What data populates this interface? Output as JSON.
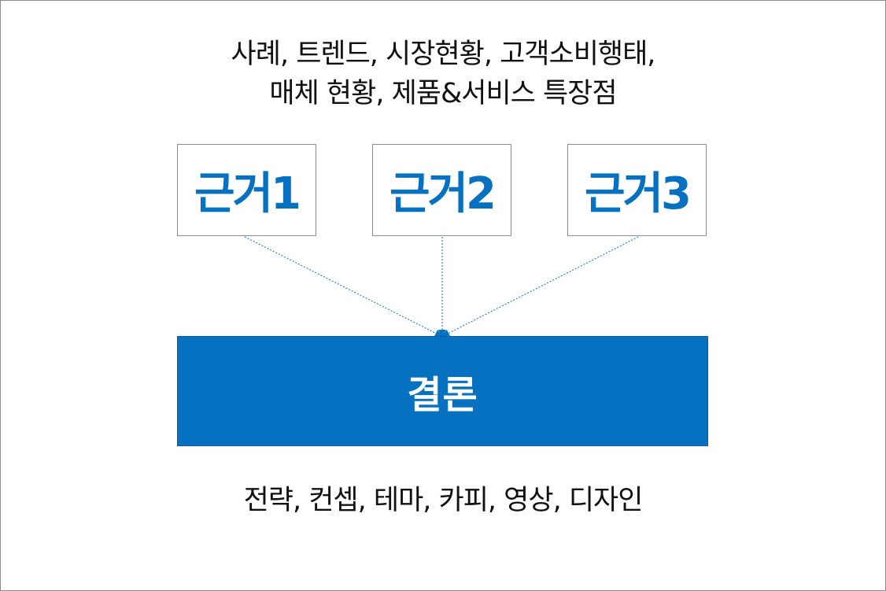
{
  "top_text": {
    "line1": "사례, 트렌드, 시장현황, 고객소비행태,",
    "line2": "매체 현황, 제품&서비스 특장점"
  },
  "evidence": [
    {
      "label": "근거1"
    },
    {
      "label": "근거2"
    },
    {
      "label": "근거3"
    }
  ],
  "conclusion": {
    "label": "결론"
  },
  "bottom_text": "전략, 컨셉, 테마, 카피, 영상, 디자인",
  "colors": {
    "accent": "#0670c1",
    "box_border": "#8d8d8d",
    "text": "#111111",
    "background": "#ffffff"
  }
}
